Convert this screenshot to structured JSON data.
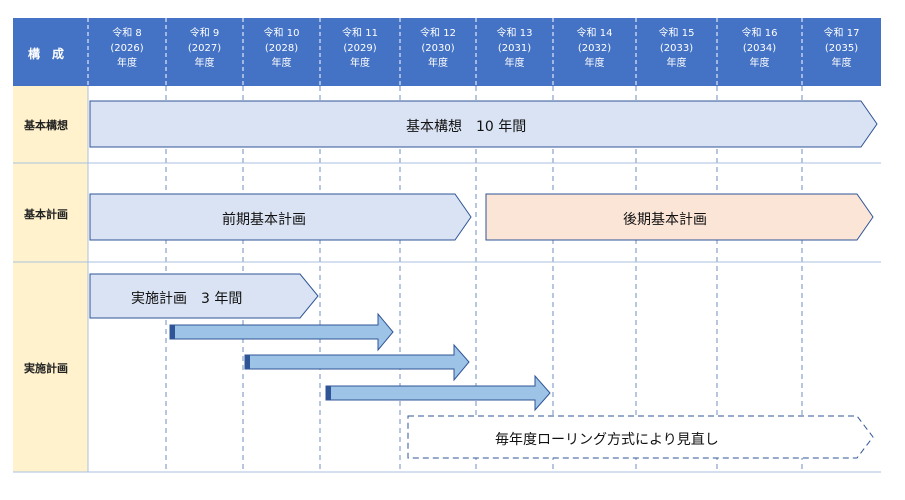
{
  "header": {
    "first_col_label": "構　成",
    "years": [
      {
        "era": "令和 8",
        "ad": "(2026)",
        "unit": "年度"
      },
      {
        "era": "令和 9",
        "ad": "(2027)",
        "unit": "年度"
      },
      {
        "era": "令和 10",
        "ad": "(2028)",
        "unit": "年度"
      },
      {
        "era": "令和 11",
        "ad": "(2029)",
        "unit": "年度"
      },
      {
        "era": "令和 12",
        "ad": "(2030)",
        "unit": "年度"
      },
      {
        "era": "令和 13",
        "ad": "(2031)",
        "unit": "年度"
      },
      {
        "era": "令和 14",
        "ad": "(2032)",
        "unit": "年度"
      },
      {
        "era": "令和 15",
        "ad": "(2033)",
        "unit": "年度"
      },
      {
        "era": "令和 16",
        "ad": "(2034)",
        "unit": "年度"
      },
      {
        "era": "令和 17",
        "ad": "(2035)",
        "unit": "年度"
      }
    ]
  },
  "rows": {
    "basic_concept": "基本構想",
    "basic_plan": "基本計画",
    "implementation_plan": "実施計画"
  },
  "bars": {
    "concept": "基本構想　10 年間",
    "early_plan": "前期基本計画",
    "late_plan": "後期基本計画",
    "implementation": "実施計画　3 年間",
    "rolling": "毎年度ローリング方式により見直し"
  },
  "colors": {
    "header_bg": "#4472c4",
    "label_col_bg": "#fff2cc",
    "bar_blue": "#dae3f3",
    "bar_orange": "#fbe5d6",
    "arrow_blue": "#9dc3e6",
    "outline": "#2f5597"
  }
}
